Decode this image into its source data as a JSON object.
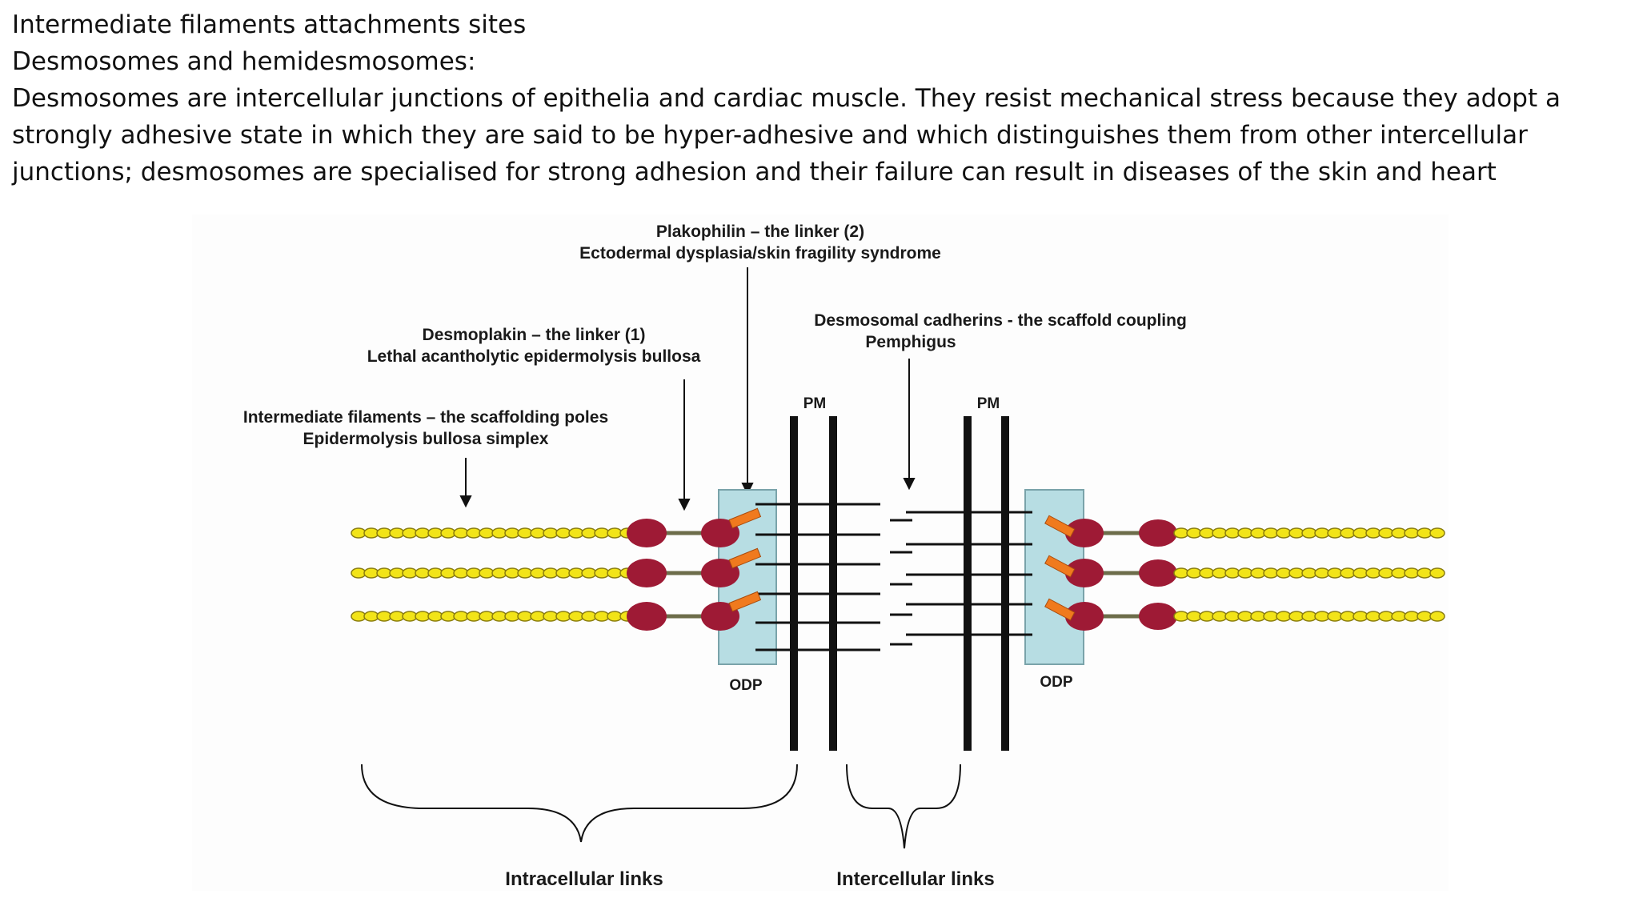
{
  "slide": {
    "title": "Intermediate filaments attachments sites",
    "subtitle": "Desmosomes and hemidesmosomes:",
    "body_lines": [
      "Desmosomes are intercellular junctions of epithelia and cardiac muscle. They resist mechanical stress because they adopt a",
      "strongly adhesive state in which they are said to be hyper-adhesive and which distinguishes them from other intercellular",
      "junctions; desmosomes are specialised for strong adhesion and their failure can result in diseases of the skin and heart"
    ]
  },
  "diagram": {
    "plakophilin": {
      "line1": "Plakophilin – the linker (2)",
      "line2": "Ectodermal dysplasia/skin fragility syndrome"
    },
    "cadherins": {
      "line1": "Desmosomal cadherins - the scaffold coupling",
      "line2": "Pemphigus"
    },
    "desmoplakin": {
      "line1": "Desmoplakin – the linker (1)",
      "line2": "Lethal acantholytic epidermolysis bullosa"
    },
    "intermediate_filaments": {
      "line1": "Intermediate filaments – the scaffolding poles",
      "line2": "Epidermolysis bullosa simplex"
    },
    "pm_left": "PM",
    "pm_right": "PM",
    "odp_left": "ODP",
    "odp_right": "ODP",
    "intracellular_links": "Intracellular links",
    "intercellular_links": "Intercellular links",
    "colors": {
      "filament": "#f2e418",
      "filament_outline": "#8a7d10",
      "protein": "#9e1a35",
      "plakophilin": "#f07a1e",
      "odp": "#b7dde3",
      "membrane": "#111111"
    }
  }
}
